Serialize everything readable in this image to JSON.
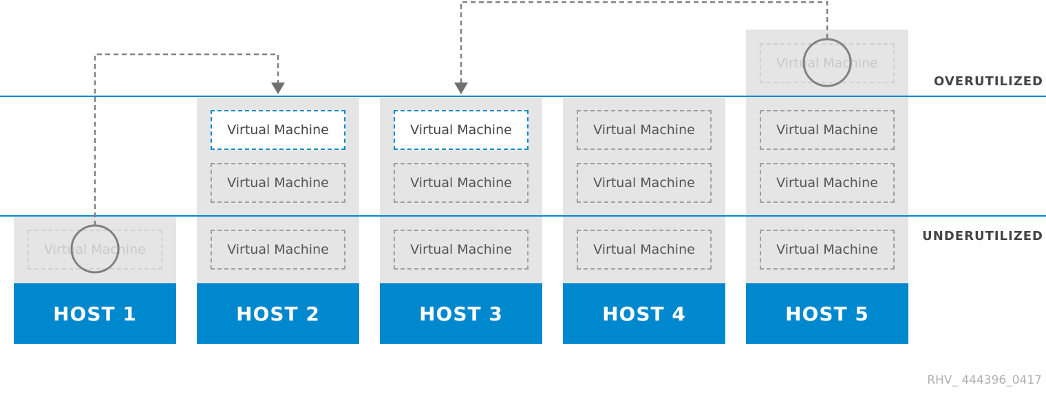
{
  "thresholds": {
    "over": "OVERUTILIZED",
    "under": "UNDERUTILIZED"
  },
  "hosts": [
    {
      "label": "HOST 1",
      "vms": [
        "Virtual Machine"
      ],
      "migrating_out": "Virtual Machine"
    },
    {
      "label": "HOST 2",
      "vms": [
        "Virtual Machine",
        "Virtual Machine",
        "Virtual Machine"
      ],
      "incoming": "Virtual Machine"
    },
    {
      "label": "HOST 3",
      "vms": [
        "Virtual Machine",
        "Virtual Machine",
        "Virtual Machine"
      ],
      "incoming": "Virtual Machine"
    },
    {
      "label": "HOST 4",
      "vms": [
        "Virtual Machine",
        "Virtual Machine",
        "Virtual Machine"
      ]
    },
    {
      "label": "HOST 5",
      "vms": [
        "Virtual Machine",
        "Virtual Machine",
        "Virtual Machine",
        "Virtual Machine"
      ],
      "migrating_out": "Virtual Machine"
    }
  ],
  "footer_id": "RHV_ 444396_0417",
  "colors": {
    "accent": "#0088ce",
    "stack": "#e5e5e5",
    "arrow": "#808080"
  }
}
